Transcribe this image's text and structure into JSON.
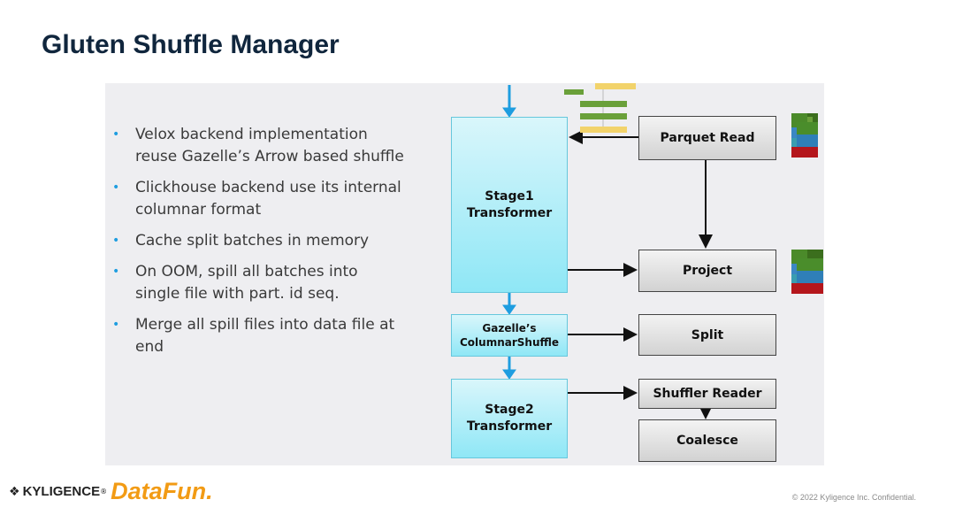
{
  "title": "Gluten Shuffle Manager",
  "bullets": [
    "Velox backend implementation reuse Gazelle’s Arrow based shuffle",
    "Clickhouse backend use its internal columnar format",
    "Cache split batches in memory",
    "On OOM, spill all batches into single file with part. id seq.",
    "Merge all spill files into data file at end"
  ],
  "diagram": {
    "stage1": [
      "Stage1",
      "Transformer"
    ],
    "columnar_shuffle": [
      "Gazelle’s",
      "ColumnarShuffle"
    ],
    "stage2": [
      "Stage2",
      "Transformer"
    ],
    "parquet_read": "Parquet Read",
    "project": "Project",
    "split": "Split",
    "shuffler_reader": "Shuffler Reader",
    "coalesce": "Coalesce",
    "colors": {
      "stage": "#8fe7f6",
      "arrow_blue": "#1e9de0",
      "op": "#d2d2d2"
    }
  },
  "footer": {
    "kyligence": "KYLIGENCE",
    "datafun": "DataFun.",
    "copyright": "© 2022 Kyligence Inc. Confidential."
  }
}
